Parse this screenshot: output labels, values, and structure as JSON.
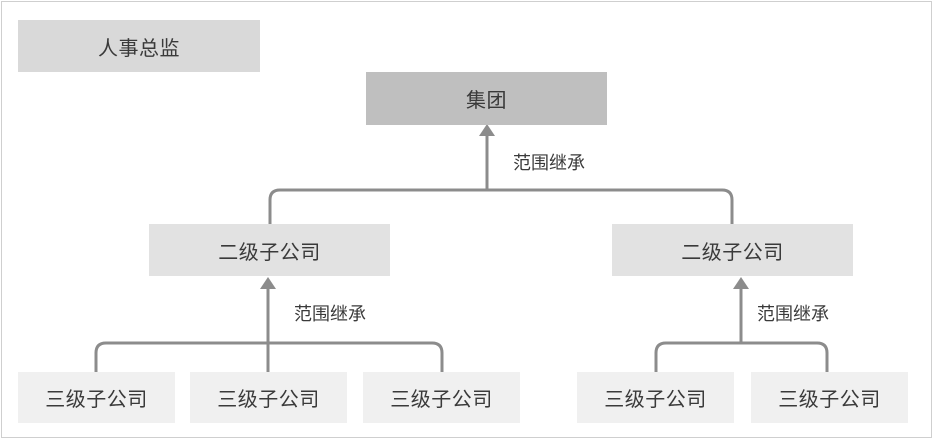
{
  "header": {
    "title": "人事总监"
  },
  "org": {
    "root": "集团",
    "inherit_label": "范围继承",
    "level2": [
      {
        "label": "二级子公司",
        "children": [
          "三级子公司",
          "三级子公司",
          "三级子公司"
        ]
      },
      {
        "label": "二级子公司",
        "children": [
          "三级子公司",
          "三级子公司"
        ]
      }
    ]
  },
  "colors": {
    "line": "#8c8c8c",
    "root_fill": "#bfbfbf",
    "header_fill": "#d9d9d9",
    "level2_fill": "#e2e2e2",
    "level3_fill": "#f0f0f0"
  }
}
